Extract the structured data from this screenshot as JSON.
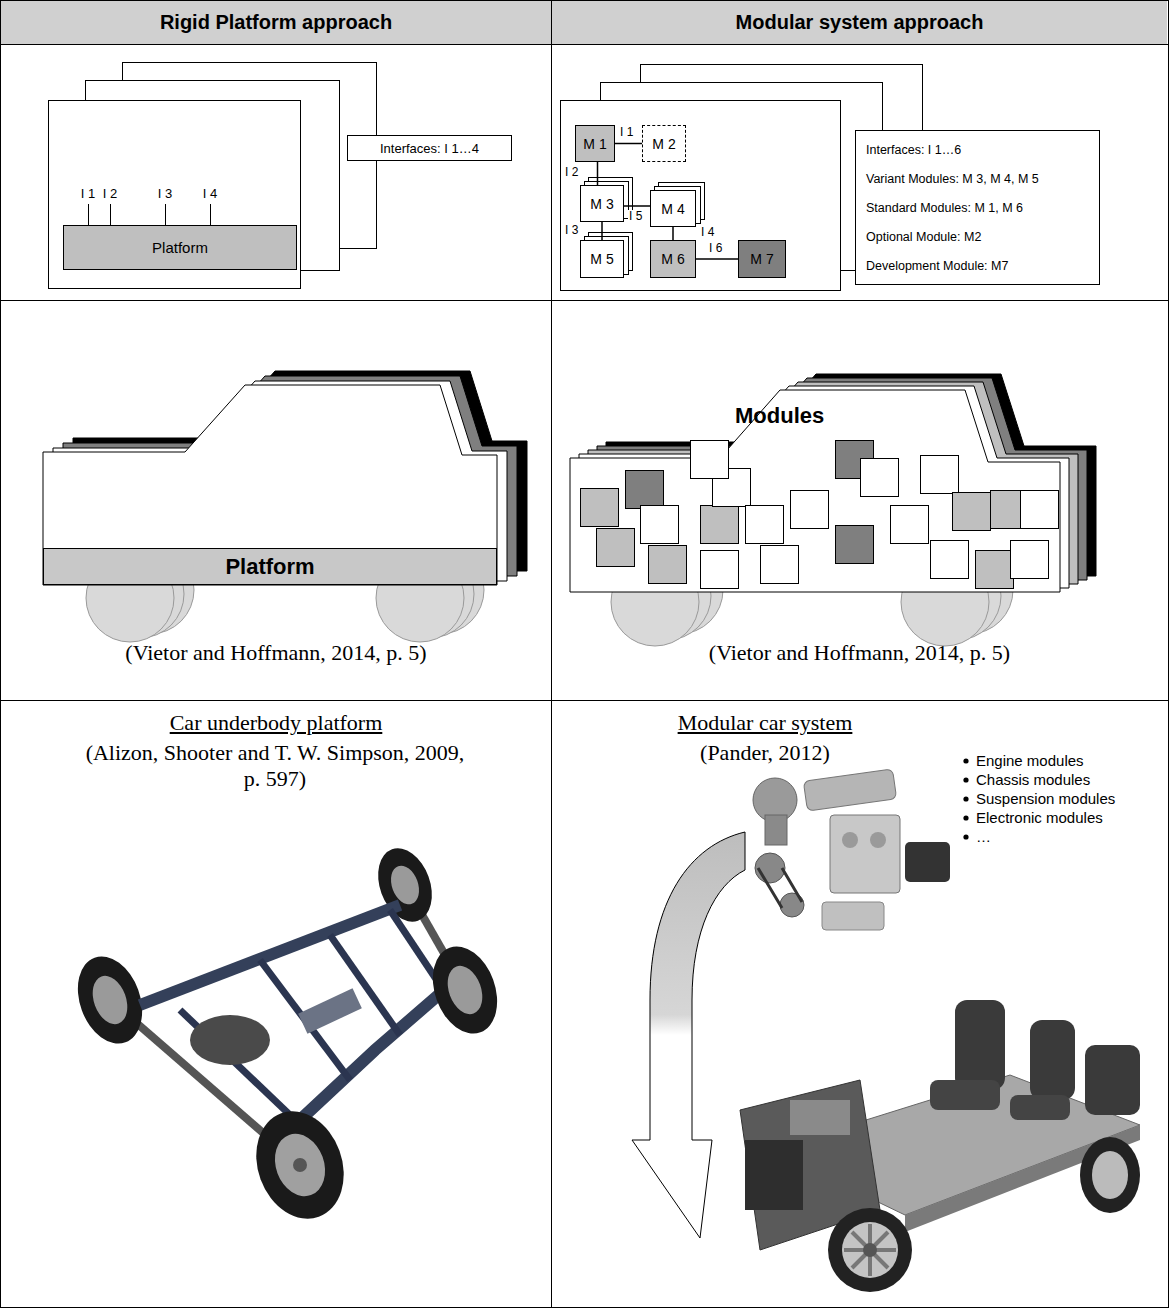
{
  "diagram": {
    "nodes": [
      {
        "text": [
          "Rigid Platform approach"
        ]
      },
      {
        "text": [
          "Modular system approach"
        ]
      },
      {
        "text": [
          "Interfaces: I 1…4"
        ]
      },
      {
        "text": [
          "Platform"
        ]
      },
      {
        "text": [
          "M 1"
        ]
      },
      {
        "text": [
          "M 2"
        ]
      },
      {
        "text": [
          "M 3"
        ]
      },
      {
        "text": [
          "M 4"
        ]
      },
      {
        "text": [
          "M 5"
        ]
      },
      {
        "text": [
          "M 6"
        ]
      },
      {
        "text": [
          "M 7"
        ]
      },
      {
        "text": [
          "Interfaces: I 1…6",
          "Variant Modules: M 3, M 4, M 5",
          "Standard Modules: M 1, M 6",
          "Optional Module: M2",
          "Development Module: M7"
        ]
      },
      {
        "text": [
          "Platform"
        ]
      }
    ],
    "edges": [
      {
        "from": 4,
        "to": 5,
        "arrow": "none",
        "label": "I 1"
      },
      {
        "from": 4,
        "to": 6,
        "arrow": "none",
        "label": "I 2"
      },
      {
        "from": 6,
        "to": 8,
        "arrow": "none",
        "label": "I 3"
      },
      {
        "from": 7,
        "to": 9,
        "arrow": "none",
        "label": "I 4"
      },
      {
        "from": 6,
        "to": 7,
        "arrow": "none",
        "label": "I 5"
      },
      {
        "from": 9,
        "to": 10,
        "arrow": "none",
        "label": "I 6"
      }
    ],
    "labels": [
      "I 1",
      "I 2",
      "I 3",
      "I 4",
      "Modules",
      "(Vietor and Hoffmann, 2014, p. 5)",
      "(Vietor and Hoffmann, 2014, p. 5)",
      "Car underbody platform",
      "(Alizon, Shooter and T. W. Simpson, 2009, p. 597)",
      "Modular car system",
      "(Pander, 2012)",
      "Engine modules",
      "Chassis modules",
      "Suspension modules",
      "Electronic modules",
      "…"
    ]
  }
}
